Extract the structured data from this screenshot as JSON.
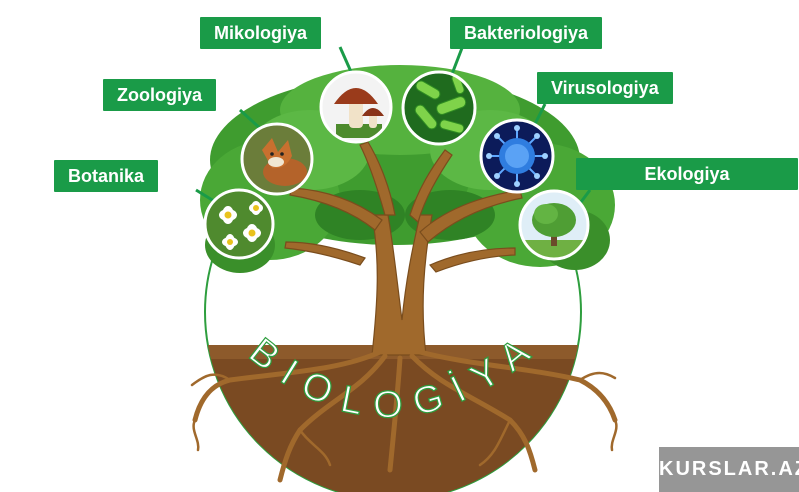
{
  "diagram": {
    "center_word": "BIOLOGİYA",
    "branches": [
      {
        "label": "Botanika",
        "icon": "daisy-flowers-icon"
      },
      {
        "label": "Zoologiya",
        "icon": "fox-icon"
      },
      {
        "label": "Mikologiya",
        "icon": "mushroom-icon"
      },
      {
        "label": "Bakteriologiya",
        "icon": "bacteria-icon"
      },
      {
        "label": "Virusologiya",
        "icon": "virus-icon"
      },
      {
        "label": "Ekologiya",
        "icon": "tree-icon"
      }
    ]
  },
  "watermark": "KURSLAR.AZ",
  "colors": {
    "label_green": "#1a9b48",
    "foliage_green": "#3f9c2f",
    "trunk_brown": "#a0692c",
    "ring_green": "#2e9e3e",
    "soil_brown": "#7a4a22"
  }
}
